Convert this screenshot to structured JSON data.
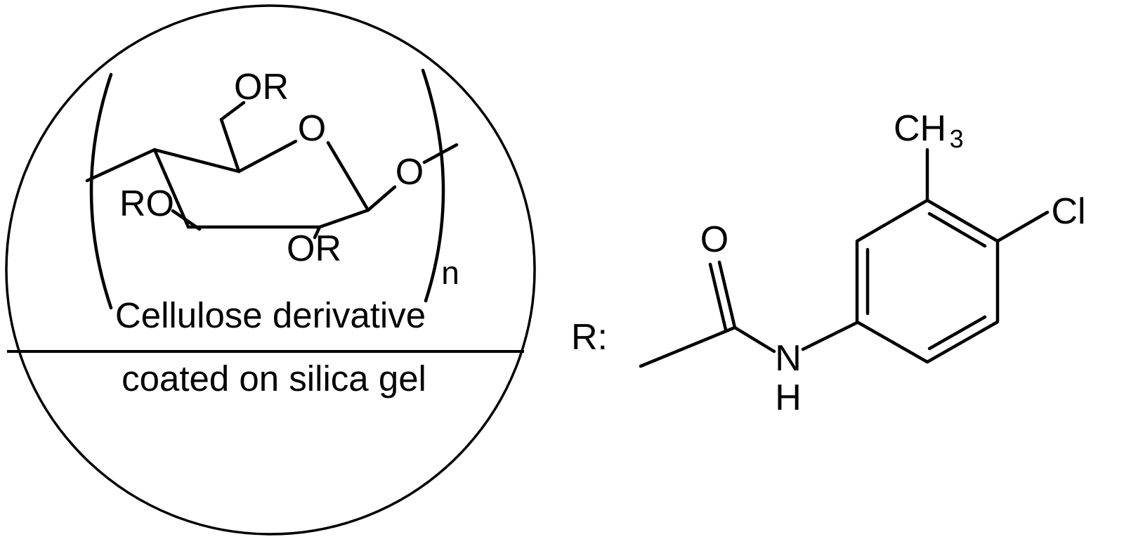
{
  "figure": {
    "background": "#ffffff",
    "line_color": "#000000"
  },
  "left_panel": {
    "caption_line1": "Cellulose derivative",
    "caption_line2": "coated on silica gel",
    "cellulose": {
      "or_top": "OR",
      "ring_oxygen": "O",
      "glycosidic_oxygen": "O",
      "ro_left": "RO",
      "or_bottom": "OR",
      "repeat_index": "n"
    }
  },
  "right_panel": {
    "r_label": "R:",
    "carbonyl_oxygen": "O",
    "amide_nitrogen": "N",
    "amide_hydrogen": "H",
    "methyl_main": "CH",
    "methyl_sub": "3",
    "chlorine": "Cl"
  }
}
